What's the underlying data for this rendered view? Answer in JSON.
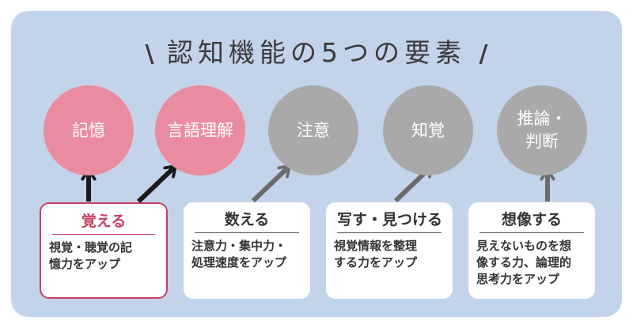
{
  "title": {
    "slash_left": "\\",
    "text": "認知機能の5つの要素",
    "slash_right": "/"
  },
  "colors": {
    "panel_bg": "#c3d3ea",
    "pink": "#ea8c9f",
    "gray": "#a9a9a9",
    "accent": "#c7405f",
    "arrow_dark": "#1a1a1a",
    "arrow_gray": "#6b6b6b"
  },
  "elements": [
    {
      "label": "記憶",
      "active": true
    },
    {
      "label": "言語理解",
      "active": true
    },
    {
      "label": "注意",
      "active": false
    },
    {
      "label": "知覚",
      "active": false
    },
    {
      "label_line1": "推論・",
      "label_line2": "判断",
      "active": false
    }
  ],
  "activities": [
    {
      "title": "覚える",
      "desc_line1": "視覚・聴覚の記",
      "desc_line2": "憶力をアップ",
      "selected": true
    },
    {
      "title": "数える",
      "desc_line1": "注意力・集中力・",
      "desc_line2": "処理速度をアップ",
      "selected": false
    },
    {
      "title": "写す・見つける",
      "desc_line1": "視覚情報を整理",
      "desc_line2": "する力をアップ",
      "selected": false
    },
    {
      "title": "想像する",
      "desc_line1": "見えないものを想",
      "desc_line2": "像する力、論理的",
      "desc_line3": "思考力をアップ",
      "selected": false
    }
  ]
}
